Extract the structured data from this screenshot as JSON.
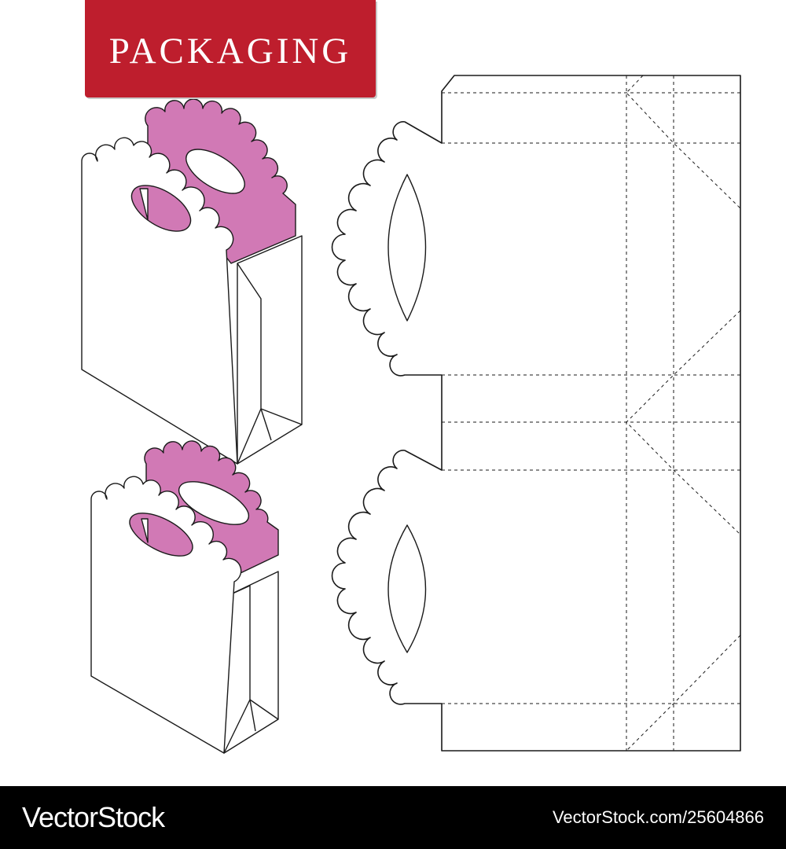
{
  "banner": {
    "title": "PACKAGING"
  },
  "footer": {
    "brand": "VectorStock",
    "id": "VectorStock.com/25604866"
  },
  "colors": {
    "banner_red": "#be1e2d",
    "accent_pink": "#d179b5",
    "line": "#1a1a1a",
    "footer_bg": "#000000"
  },
  "illustrations": [
    "bag-3d-tall",
    "bag-3d-short",
    "bag-dieline"
  ]
}
